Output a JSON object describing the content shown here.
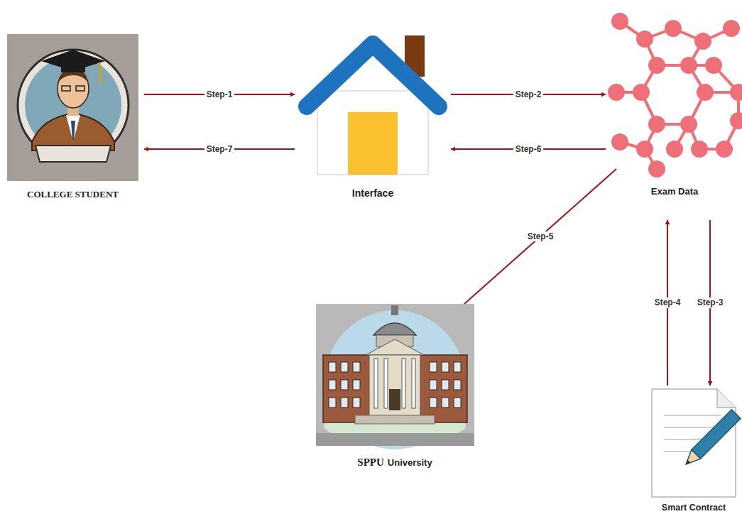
{
  "diagram": {
    "nodes": [
      {
        "text": [
          "COLLEGE STUDENT"
        ]
      },
      {
        "text": [
          "Interface"
        ]
      },
      {
        "text": [
          "Exam Data"
        ]
      },
      {
        "text": [
          "SPPU",
          "University"
        ]
      },
      {
        "text": [
          "Smart Contract"
        ]
      }
    ],
    "edges": [
      {
        "from": 0,
        "to": 1,
        "label": "Step-1",
        "arrow": "to"
      },
      {
        "from": 1,
        "to": 2,
        "label": "Step-2",
        "arrow": "to"
      },
      {
        "from": 2,
        "to": 4,
        "label": "Step-3",
        "arrow": "to"
      },
      {
        "from": 4,
        "to": 2,
        "label": "Step-4",
        "arrow": "to"
      },
      {
        "from": 3,
        "to": 2,
        "label": "Step-5",
        "arrow": "none"
      },
      {
        "from": 2,
        "to": 1,
        "label": "Step-6",
        "arrow": "to"
      },
      {
        "from": 1,
        "to": 0,
        "label": "Step-7",
        "arrow": "to"
      }
    ]
  }
}
